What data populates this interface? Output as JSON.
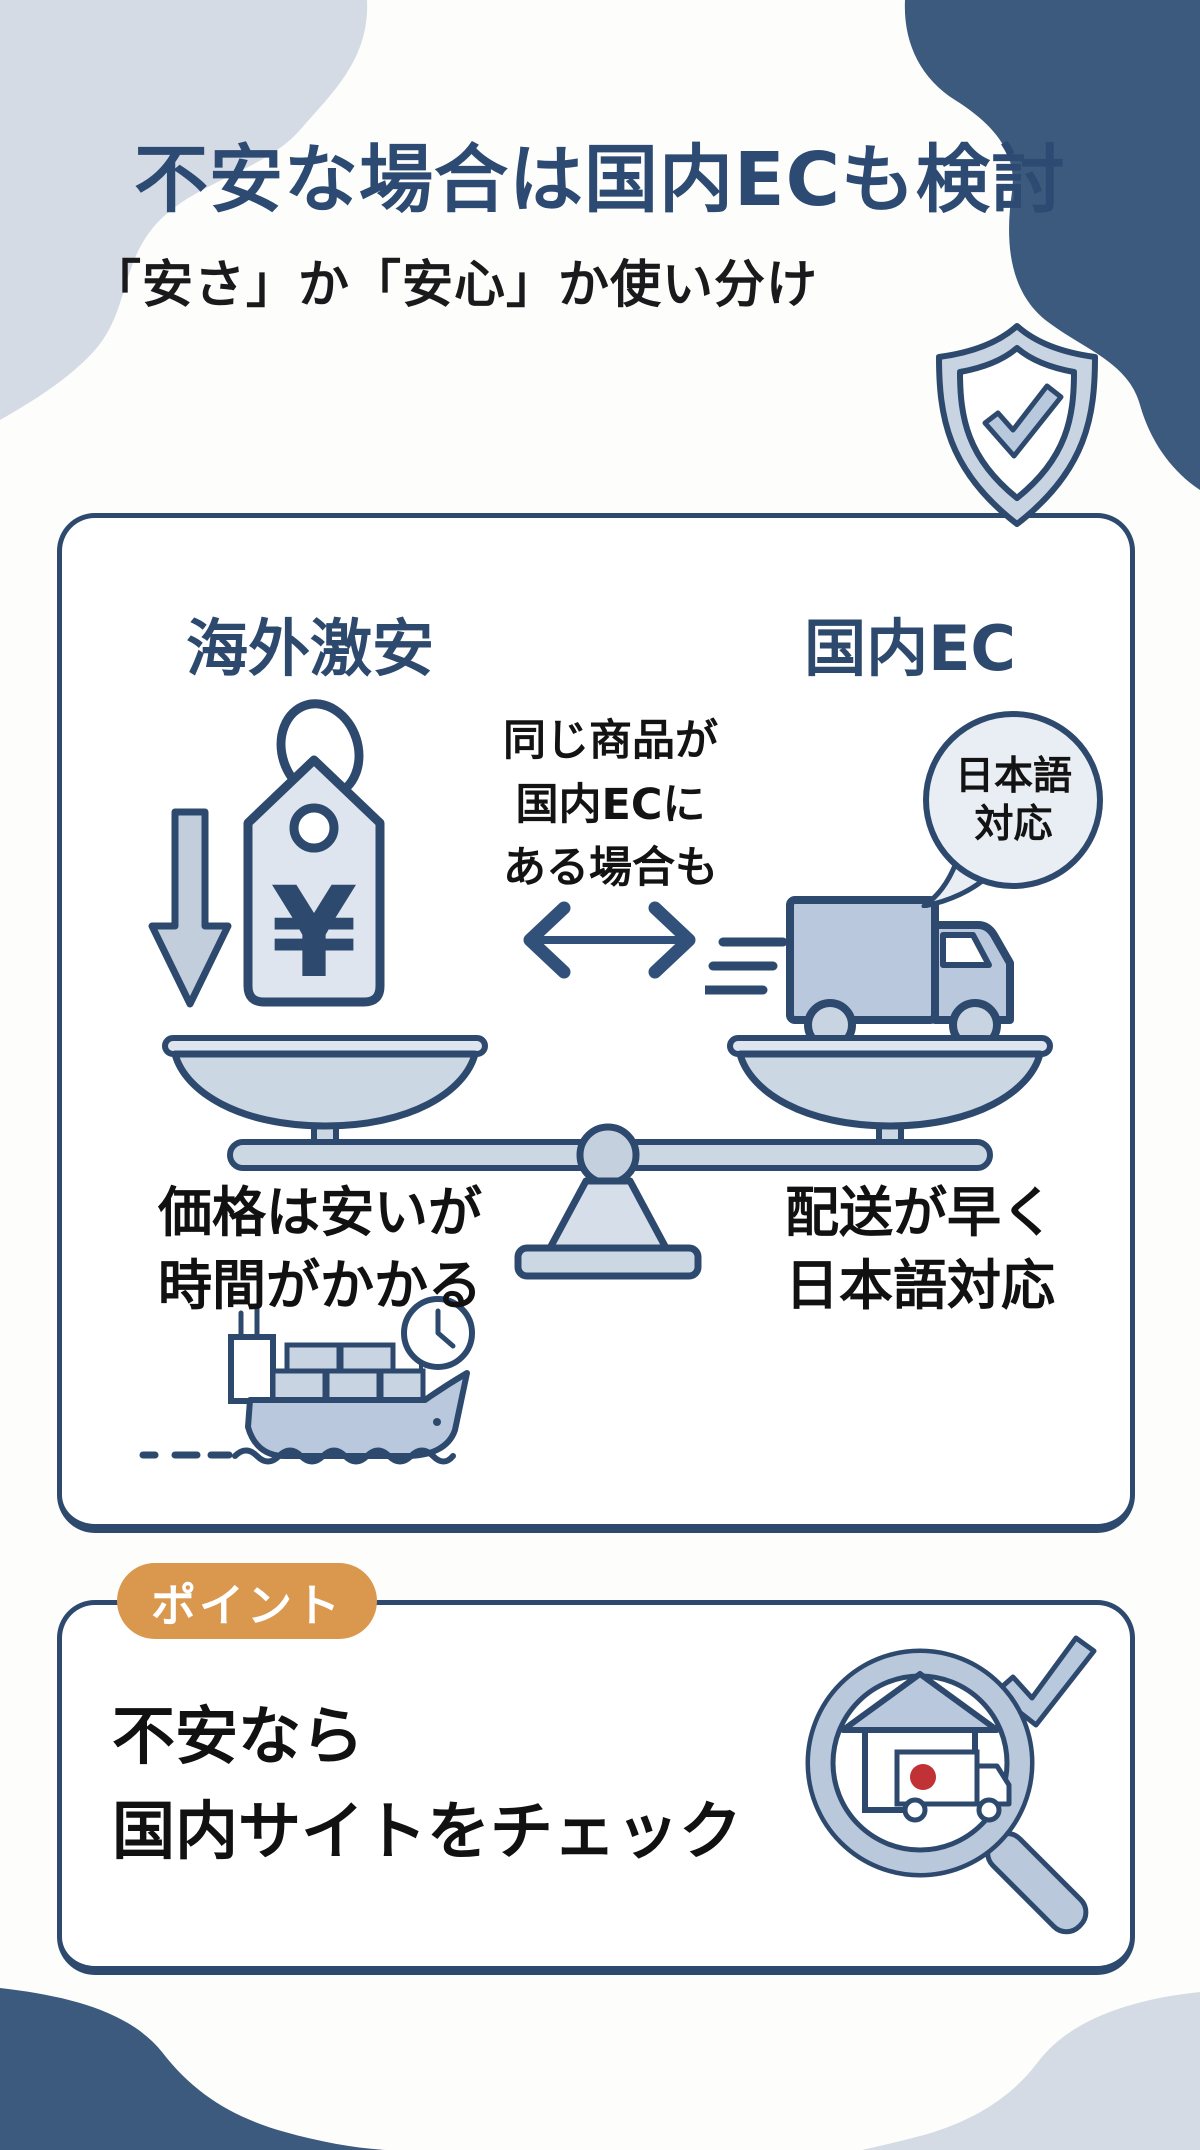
{
  "header": {
    "title": "不安な場合は国内ECも検討",
    "subtitle": "「安さ」か「安心」か使い分け",
    "shield_icon": "shield-check-icon"
  },
  "comparison_card": {
    "left_label": "海外激安",
    "right_label": "国内EC",
    "center_note": {
      "line1": "同じ商品が",
      "line2": "国内ECに",
      "line3": "ある場合も"
    },
    "speech_bubble": {
      "line1": "日本語",
      "line2": "対応"
    },
    "price_tag_symbol": "¥",
    "left_caption": {
      "line1": "価格は安いが",
      "line2": "時間がかかる"
    },
    "right_caption": {
      "line1": "配送が早く",
      "line2": "日本語対応"
    },
    "icons": {
      "left": [
        "down-arrow-icon",
        "price-tag-yen-icon",
        "cargo-ship-icon",
        "clock-icon"
      ],
      "center": [
        "compare-arrow-icon",
        "balance-scale-icon"
      ],
      "right": [
        "delivery-truck-icon",
        "speech-bubble-icon"
      ]
    }
  },
  "point_card": {
    "badge_label": "ポイント",
    "text": {
      "line1": "不安なら",
      "line2": "国内サイトをチェック"
    },
    "icons": [
      "magnifier-house-truck-icon",
      "check-icon",
      "japan-flag-dot"
    ]
  },
  "colors": {
    "navy_outline": "#2d4a6e",
    "title_navy": "#2c4a72",
    "blob_dark": "#3c5a7d",
    "blob_light": "#d4dbe5",
    "icon_fill_light": "#c3cfe0",
    "icon_fill_pale": "#dfe5ee",
    "bubble_fill": "#e9edf4",
    "badge_orange": "#d9984e",
    "text_black": "#1a1a1a",
    "flag_red": "#c13236",
    "card_bg": "#ffffff"
  }
}
